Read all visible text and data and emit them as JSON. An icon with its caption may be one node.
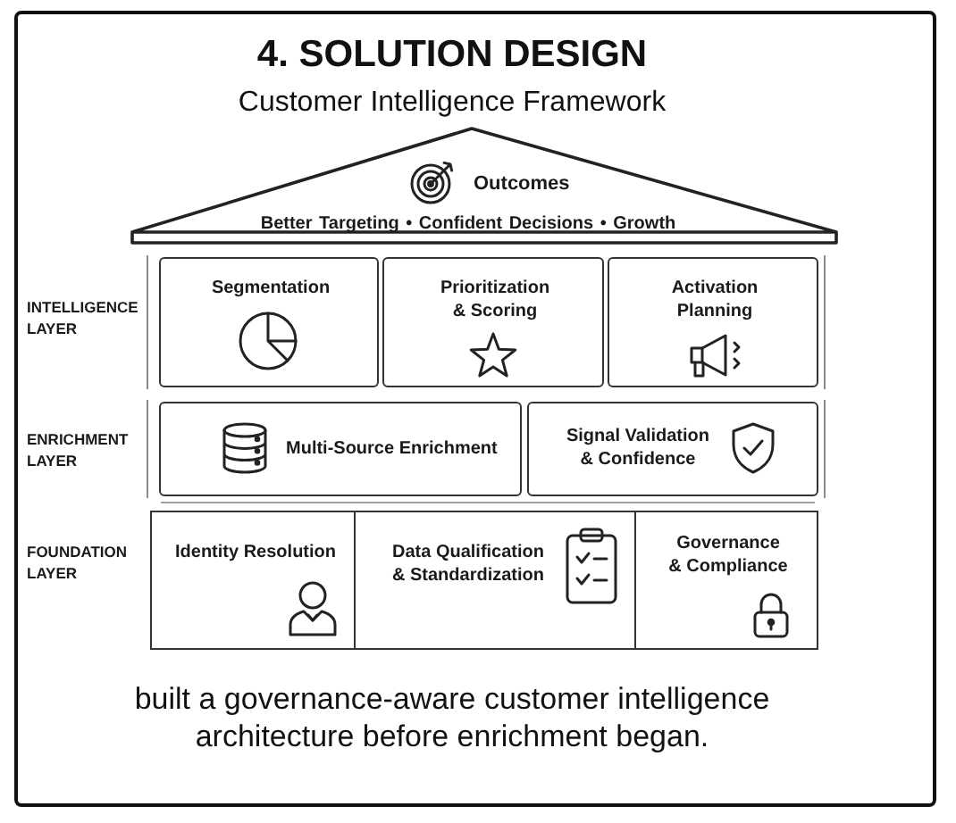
{
  "diagram": {
    "title": "4. SOLUTION DESIGN",
    "caption": "built a governance-aware customer intelligence architecture before enrichment began.",
    "nodes": [
      {
        "text": [
          "Outcomes",
          "Better Targeting • Confident Decisions • Growth"
        ]
      },
      {
        "text": [
          "INTELLIGENCE LAYER"
        ]
      },
      {
        "text": [
          "Segmentation"
        ],
        "in": 1
      },
      {
        "text": [
          "Prioritization & Scoring"
        ],
        "in": 1
      },
      {
        "text": [
          "Activation Planning"
        ],
        "in": 1
      },
      {
        "text": [
          "ENRICHMENT LAYER"
        ]
      },
      {
        "text": [
          "Multi-Source Enrichment"
        ],
        "in": 5
      },
      {
        "text": [
          "Signal Validation & Confidence"
        ],
        "in": 5
      },
      {
        "text": [
          "FOUNDATION LAYER"
        ]
      },
      {
        "text": [
          "Identity Resolution"
        ],
        "in": 8
      },
      {
        "text": [
          "Data Qualification & Standardization"
        ],
        "in": 8
      },
      {
        "text": [
          "Governance & Compliance"
        ],
        "in": 8
      }
    ],
    "labels": [
      "Customer Intelligence Framework"
    ]
  }
}
